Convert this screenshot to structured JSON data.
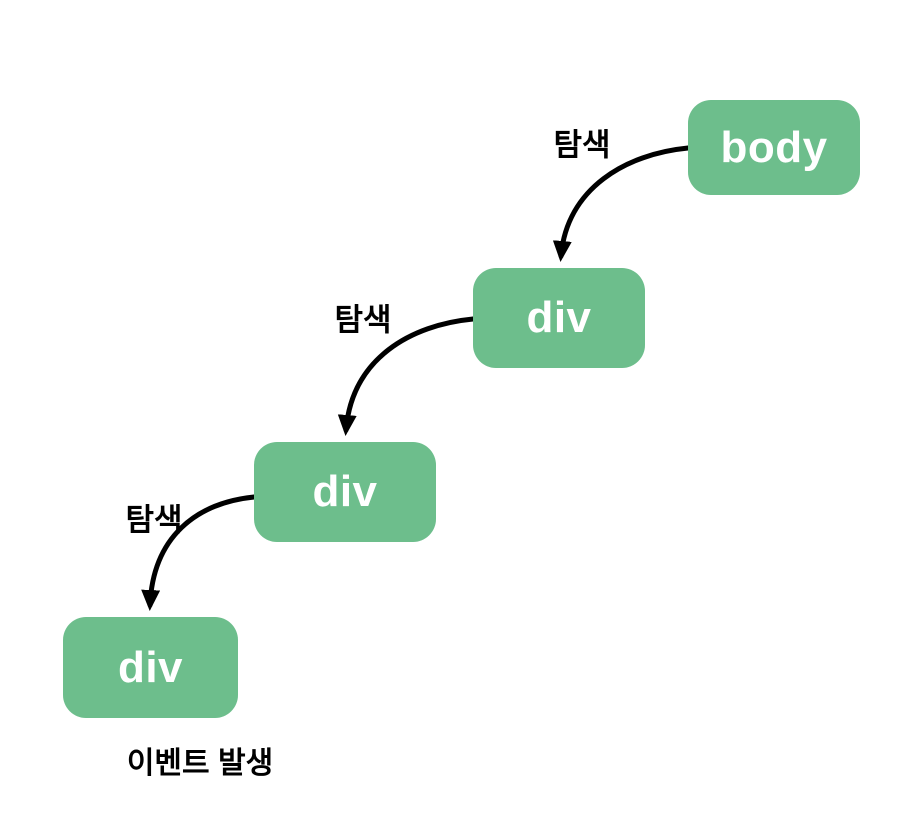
{
  "diagram": {
    "type": "flow-diagram",
    "description": "DOM event capturing phase: traversal from body down nested divs to the event target",
    "nodes": [
      {
        "id": "body",
        "label": "body"
      },
      {
        "id": "div-1",
        "label": "div"
      },
      {
        "id": "div-2",
        "label": "div"
      },
      {
        "id": "div-3",
        "label": "div"
      }
    ],
    "edges": [
      {
        "from": "body",
        "to": "div-1",
        "label": "탐색"
      },
      {
        "from": "div-1",
        "to": "div-2",
        "label": "탐색"
      },
      {
        "from": "div-2",
        "to": "div-3",
        "label": "탐색"
      }
    ],
    "caption": "이벤트 발생",
    "colors": {
      "node_fill": "#6dbe8c",
      "node_text": "#ffffff",
      "arrow": "#000000",
      "label_text": "#000000",
      "background": "#ffffff"
    }
  }
}
